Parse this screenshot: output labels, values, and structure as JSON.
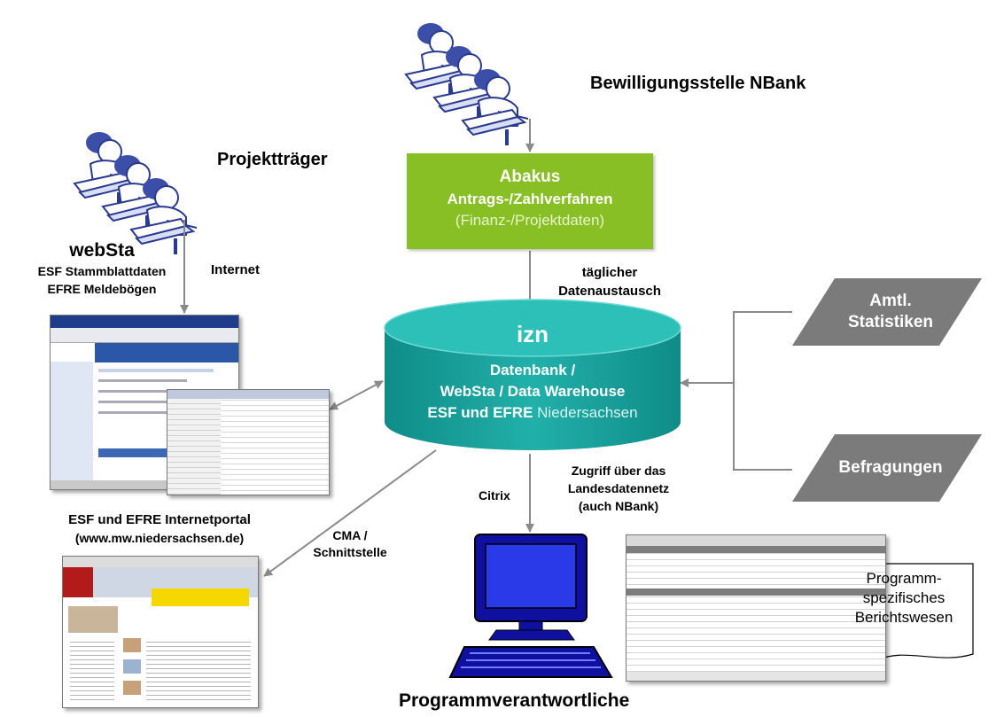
{
  "actors": {
    "nbank": "Bewilligungsstelle NBank",
    "projekttraeger": "Projektträger",
    "programmverantwortliche": "Programmverantwortliche"
  },
  "websta": {
    "title": "webSta",
    "line1": "ESF Stammblattdaten",
    "line2": "EFRE Meldebögen"
  },
  "connections": {
    "internet": "Internet",
    "daily_line1": "täglicher",
    "daily_line2": "Datenaustausch",
    "access_line1": "Zugriff über das",
    "access_line2": "Landesdatennetz",
    "access_line3": "(auch NBank)",
    "citrix": "Citrix",
    "cma_line1": "CMA /",
    "cma_line2": "Schnittstelle"
  },
  "abakus": {
    "title": "Abakus",
    "subtitle": "Antrags-/Zahlverfahren",
    "detail": "(Finanz-/Projektdaten)"
  },
  "izn": {
    "title": "izn",
    "line1": "Datenbank /",
    "line2": "WebSta / Data Warehouse",
    "line3_bold": "ESF und EFRE",
    "line3_normal": "Niedersachsen"
  },
  "sources": {
    "amtl_line1": "Amtl.",
    "amtl_line2": "Statistiken",
    "befragungen": "Befragungen"
  },
  "portal": {
    "line1": "ESF und EFRE Internetportal",
    "line2": "(www.mw.niedersachsen.de)"
  },
  "report": {
    "line1": "Programm-",
    "line2": "spezifisches",
    "line3": "Berichtswesen"
  },
  "colors": {
    "abakus": "#88bf25",
    "cylinder": "#1aa39e",
    "parallelogram": "#7b7b7b",
    "arrow": "#8a8a8a"
  }
}
